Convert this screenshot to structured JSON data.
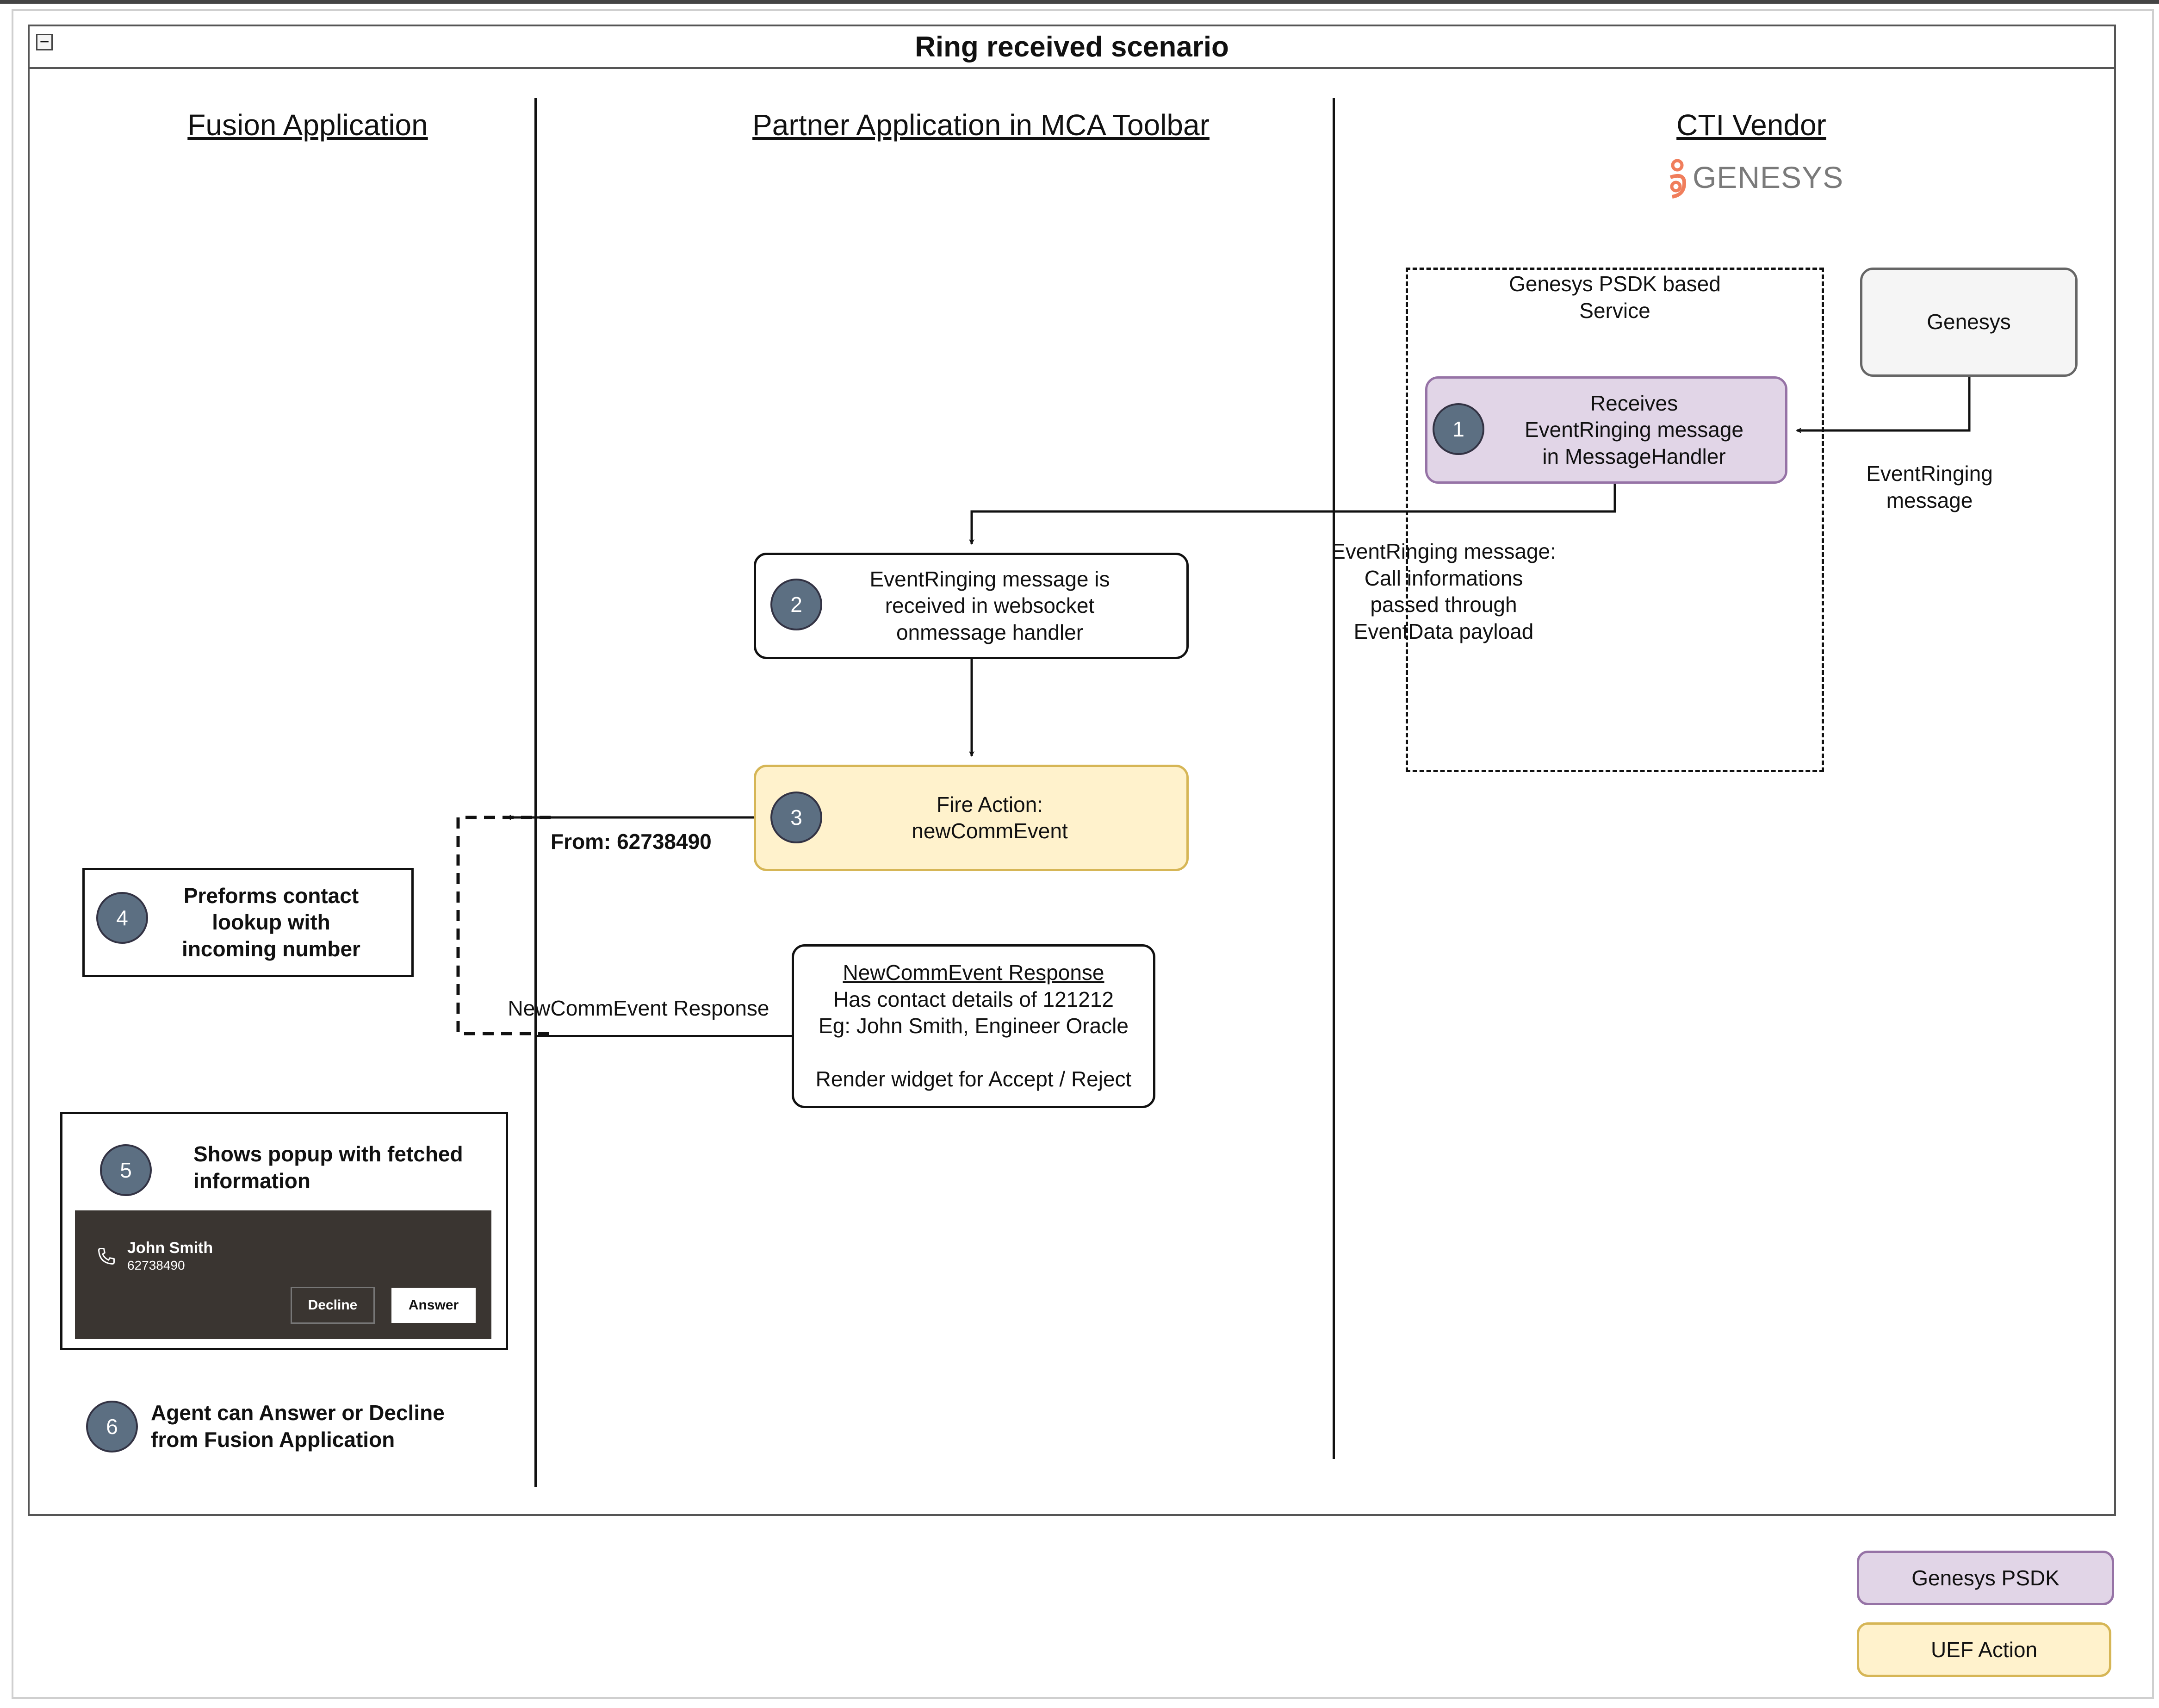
{
  "diagram": {
    "title": "Ring received scenario",
    "collapse_glyph": "−",
    "lanes": [
      {
        "title": "Fusion Application"
      },
      {
        "title": "Partner Application in MCA Toolbar"
      },
      {
        "title": "CTI Vendor",
        "logo": "GENESYS"
      }
    ],
    "service_group": {
      "label": "Genesys PSDK based\nService"
    },
    "nodes": {
      "genesys": "Genesys",
      "step1": "Receives\nEventRinging message\nin MessageHandler",
      "step2": "EventRinging message is\nreceived in websocket\nonmessage handler",
      "step3": "Fire Action:\nnewCommEvent",
      "step4": "Preforms contact\nlookup with\nincoming number",
      "step5": "Shows popup with fetched\ninformation",
      "step6": "Agent can Answer or Decline\nfrom Fusion Application",
      "response_title": "NewCommEvent Response",
      "response_body": "Has contact details of 121212\nEg: John Smith, Engineer Oracle\n\nRender widget for Accept / Reject"
    },
    "badges": [
      "1",
      "2",
      "3",
      "4",
      "5",
      "6"
    ],
    "edge_labels": {
      "eventringing": "EventRinging\nmessage",
      "payload": "EventRinging message:\nCall informations\npassed through\nEventData payload",
      "from": "From: 62738490",
      "response": "NewCommEvent Response"
    },
    "popup": {
      "name": "John Smith",
      "number": "62738490",
      "decline": "Decline",
      "answer": "Answer",
      "icon": "phone-icon"
    },
    "legend": [
      {
        "label": "Genesys PSDK",
        "color": "#e1d5e7",
        "border": "#9673a6"
      },
      {
        "label": "UEF Action",
        "color": "#fff2cc",
        "border": "#d6b656"
      }
    ],
    "colors": {
      "logo_accent": "#f07e5c",
      "badge": "#5c6f82"
    }
  }
}
